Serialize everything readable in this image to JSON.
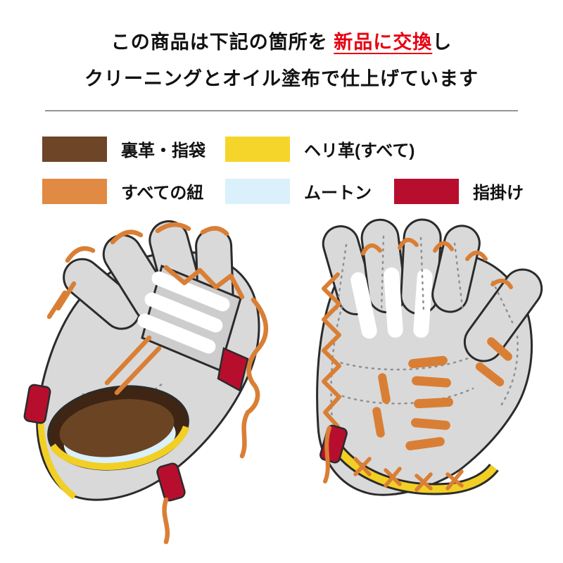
{
  "page": {
    "background": "#ffffff"
  },
  "header": {
    "line1": {
      "pre": "この商品は下記の箇所を ",
      "highlight": "新品に交換",
      "post": "し"
    },
    "line2": "クリーニングとオイル塗布で仕上げています",
    "highlight_color": "#e60012"
  },
  "legend": {
    "items": [
      {
        "label": "裏革・指袋",
        "color": "#6e4527"
      },
      {
        "label": "ヘリ革(すべて)",
        "color": "#f6d52a"
      },
      {
        "label": "すべての紐",
        "color": "#e08a44"
      },
      {
        "label": "ムートン",
        "color": "#daf0fa"
      },
      {
        "label": "指掛け",
        "color": "#b80e2e"
      }
    ]
  },
  "illustration": {
    "palette": {
      "glove_body": "#d9d9d9",
      "outline": "#2b2b2b",
      "lace_orange": "#d97f35",
      "pocket_brown": "#6b4423",
      "pocket_shadow": "#3f2513",
      "mouton_blue": "#daf0fa",
      "binding_yellow": "#f2cf25",
      "finger_hook_red": "#b80e2e",
      "stitch_grey": "#8f8f8f"
    }
  }
}
